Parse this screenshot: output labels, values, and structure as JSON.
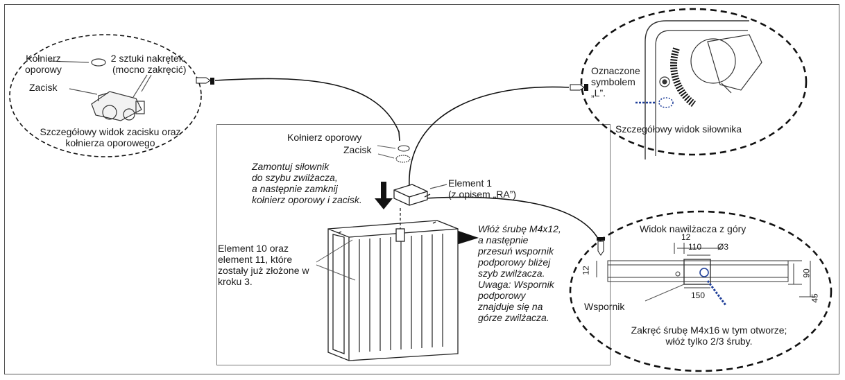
{
  "detail_clamp": {
    "label_flange": [
      "Kołnierz",
      "oporowy"
    ],
    "label_nuts": [
      "2 sztuki nakrętek",
      "(mocno zakręcić)"
    ],
    "label_clamp": "Zacisk",
    "caption": [
      "Szczegółowy widok zacisku oraz",
      "kołnierza oporowego"
    ]
  },
  "detail_actuator": {
    "label_marked": [
      "Oznaczone",
      "symbolem",
      "„L”."
    ],
    "caption": "Szczegółowy widok siłownika"
  },
  "detail_top": {
    "title": "Widok nawilżacza z góry",
    "dims": [
      "12",
      "110",
      "Ø3",
      "12",
      "90",
      "150",
      "45"
    ],
    "label_support": "Wspornik",
    "instruction": [
      "Zakręć śrubę M4x16 w tym otworze;",
      "włóż tylko 2/3 śruby."
    ]
  },
  "main": {
    "label_flange": "Kołnierz oporowy",
    "label_clamp": "Zacisk",
    "instruction_mount": [
      "Zamontuj siłownik",
      "do szybu zwilżacza,",
      "a następnie zamknij",
      "kołnierz oporowy i zacisk."
    ],
    "element1": [
      "Element 1",
      "(z opisem „RA”)"
    ],
    "elements_10_11": [
      "Element 10 oraz",
      "element 11, które",
      "zostały już złożone w",
      "kroku 3."
    ],
    "instruction_screw": [
      "Włóż śrubę M4x12,",
      "a następnie",
      "przesuń wspornik",
      "podporowy bliżej",
      "szyb zwilżacza.",
      "Uwaga: Wspornik",
      "podporowy",
      "znajduje się na",
      "górze zwilżacza."
    ]
  }
}
